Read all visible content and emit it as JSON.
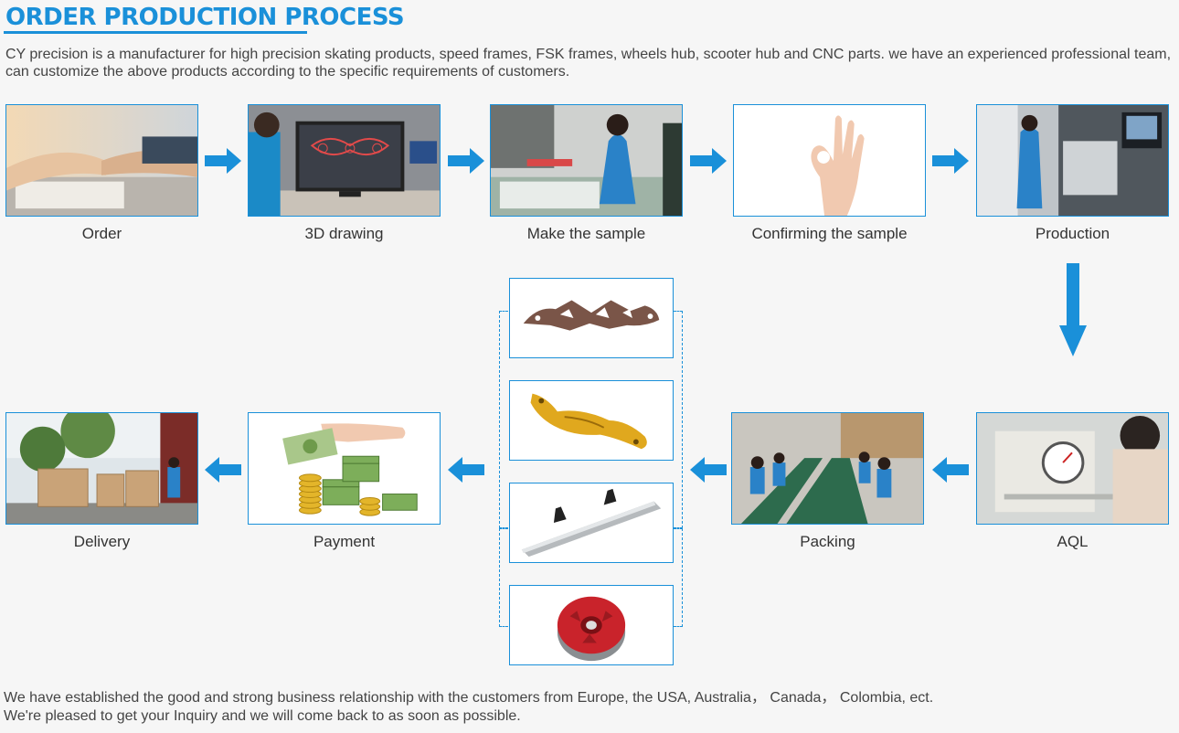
{
  "header": {
    "title": "ORDER PRODUCTION PROCESS",
    "intro": "CY precision is a manufacturer for high precision skating products, speed frames, FSK frames, wheels hub, scooter hub and CNC parts. we have an experienced professional team, can customize the above products according to the specific requirements of customers."
  },
  "steps": {
    "order": "Order",
    "drawing": "3D drawing",
    "sample": "Make the sample",
    "confirm": "Confirming the sample",
    "production": "Production",
    "aql": "AQL",
    "packing": "Packing",
    "payment": "Payment",
    "delivery": "Delivery"
  },
  "footer": {
    "line1": "We have established the good and strong business relationship with the customers from Europe, the USA, Australia， Canada， Colombia, ect.",
    "line2": "We're pleased to get your Inquiry and we will come back to as soon as possible."
  },
  "colors": {
    "accent": "#1a90d9"
  }
}
